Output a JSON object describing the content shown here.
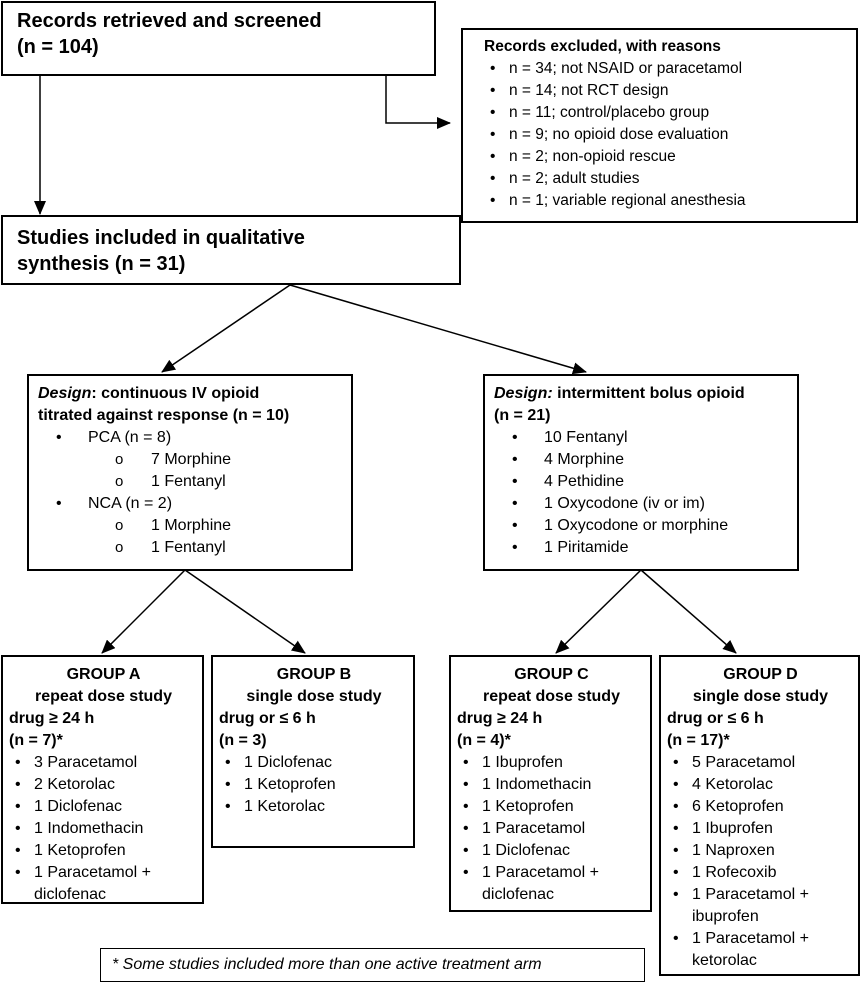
{
  "screened": {
    "title": "Records retrieved and screened",
    "n": "(n = 104)"
  },
  "excluded": {
    "title": "Records excluded, with reasons",
    "items": [
      "n = 34; not NSAID or paracetamol",
      "n = 14; not RCT design",
      "n = 11; control/placebo group",
      "n = 9; no opioid dose evaluation",
      "n = 2; non-opioid rescue",
      "n = 2; adult studies",
      "n = 1; variable regional anesthesia"
    ]
  },
  "included": {
    "line1": "Studies included in qualitative",
    "line2": "synthesis (n = 31)"
  },
  "design_continuous": {
    "label": "Design",
    "heading1": ": continuous IV opioid",
    "heading2": "titrated against response (n = 10)",
    "pca": "PCA (n = 8)",
    "pca_items": [
      "7 Morphine",
      "1 Fentanyl"
    ],
    "nca": "NCA (n = 2)",
    "nca_items": [
      "1 Morphine",
      "1 Fentanyl"
    ]
  },
  "design_intermittent": {
    "label": "Design:",
    "heading1": " intermittent bolus opioid",
    "heading2": "(n = 21)",
    "items": [
      "10 Fentanyl",
      "4 Morphine",
      "4 Pethidine",
      "1 Oxycodone (iv or im)",
      "1 Oxycodone or morphine",
      "1 Piritamide"
    ]
  },
  "groups": {
    "a": {
      "title": "GROUP A",
      "line2": "repeat dose study",
      "line3": "drug ≥ 24 h",
      "n": "(n = 7)*",
      "items": [
        "3 Paracetamol",
        "2 Ketorolac",
        "1 Diclofenac",
        "1 Indomethacin",
        "1 Ketoprofen",
        "1 Paracetamol + diclofenac"
      ]
    },
    "b": {
      "title": "GROUP B",
      "line2": "single dose study",
      "line3": "drug or ≤ 6 h",
      "n": "(n = 3)",
      "items": [
        "1 Diclofenac",
        "1 Ketoprofen",
        "1 Ketorolac"
      ]
    },
    "c": {
      "title": "GROUP C",
      "line2": "repeat dose study",
      "line3": "drug ≥ 24 h",
      "n": "(n = 4)*",
      "items": [
        "1 Ibuprofen",
        "1 Indomethacin",
        "1 Ketoprofen",
        "1 Paracetamol",
        "1 Diclofenac",
        "1 Paracetamol + diclofenac"
      ]
    },
    "d": {
      "title": "GROUP D",
      "line2": "single dose study",
      "line3": "drug or ≤ 6 h",
      "n": "(n = 17)*",
      "items": [
        "5 Paracetamol",
        "4 Ketorolac",
        "6 Ketoprofen",
        "1 Ibuprofen",
        "1 Naproxen",
        "1 Rofecoxib",
        "1 Paracetamol + ibuprofen",
        "1 Paracetamol + ketorolac"
      ]
    }
  },
  "footnote": "* Some studies included more than one active treatment arm"
}
